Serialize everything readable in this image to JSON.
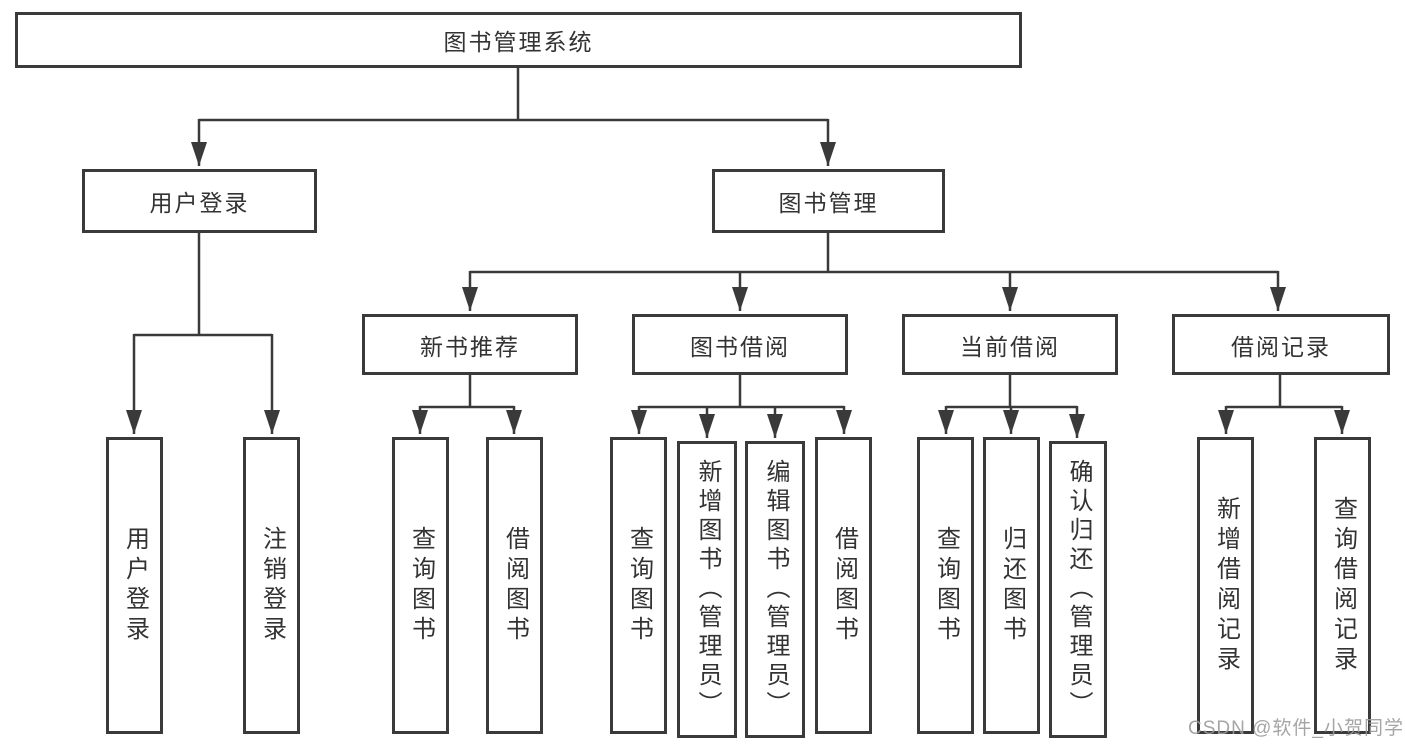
{
  "diagram": {
    "root": {
      "label": "图书管理系统"
    },
    "level2": [
      {
        "label": "用户登录",
        "children": [
          {
            "label": "用户登录"
          },
          {
            "label": "注销登录"
          }
        ]
      },
      {
        "label": "图书管理",
        "children": [
          {
            "label": "新书推荐",
            "children": [
              {
                "label": "查询图书"
              },
              {
                "label": "借阅图书"
              }
            ]
          },
          {
            "label": "图书借阅",
            "children": [
              {
                "label": "查询图书"
              },
              {
                "label": "新增图书（管理员）"
              },
              {
                "label": "编辑图书（管理员）"
              },
              {
                "label": "借阅图书"
              }
            ]
          },
          {
            "label": "当前借阅",
            "children": [
              {
                "label": "查询图书"
              },
              {
                "label": "归还图书"
              },
              {
                "label": "确认归还（管理员）"
              }
            ]
          },
          {
            "label": "借阅记录",
            "children": [
              {
                "label": "新增借阅记录"
              },
              {
                "label": "查询借阅记录"
              }
            ]
          }
        ]
      }
    ]
  },
  "watermark": {
    "text": "CSDN @软件_小贺同学"
  },
  "colors": {
    "line": "#3a3a3a",
    "text": "#333333",
    "box_background": "#ffffff",
    "page_background": "#ffffff",
    "watermark": "#9c9c9c"
  }
}
